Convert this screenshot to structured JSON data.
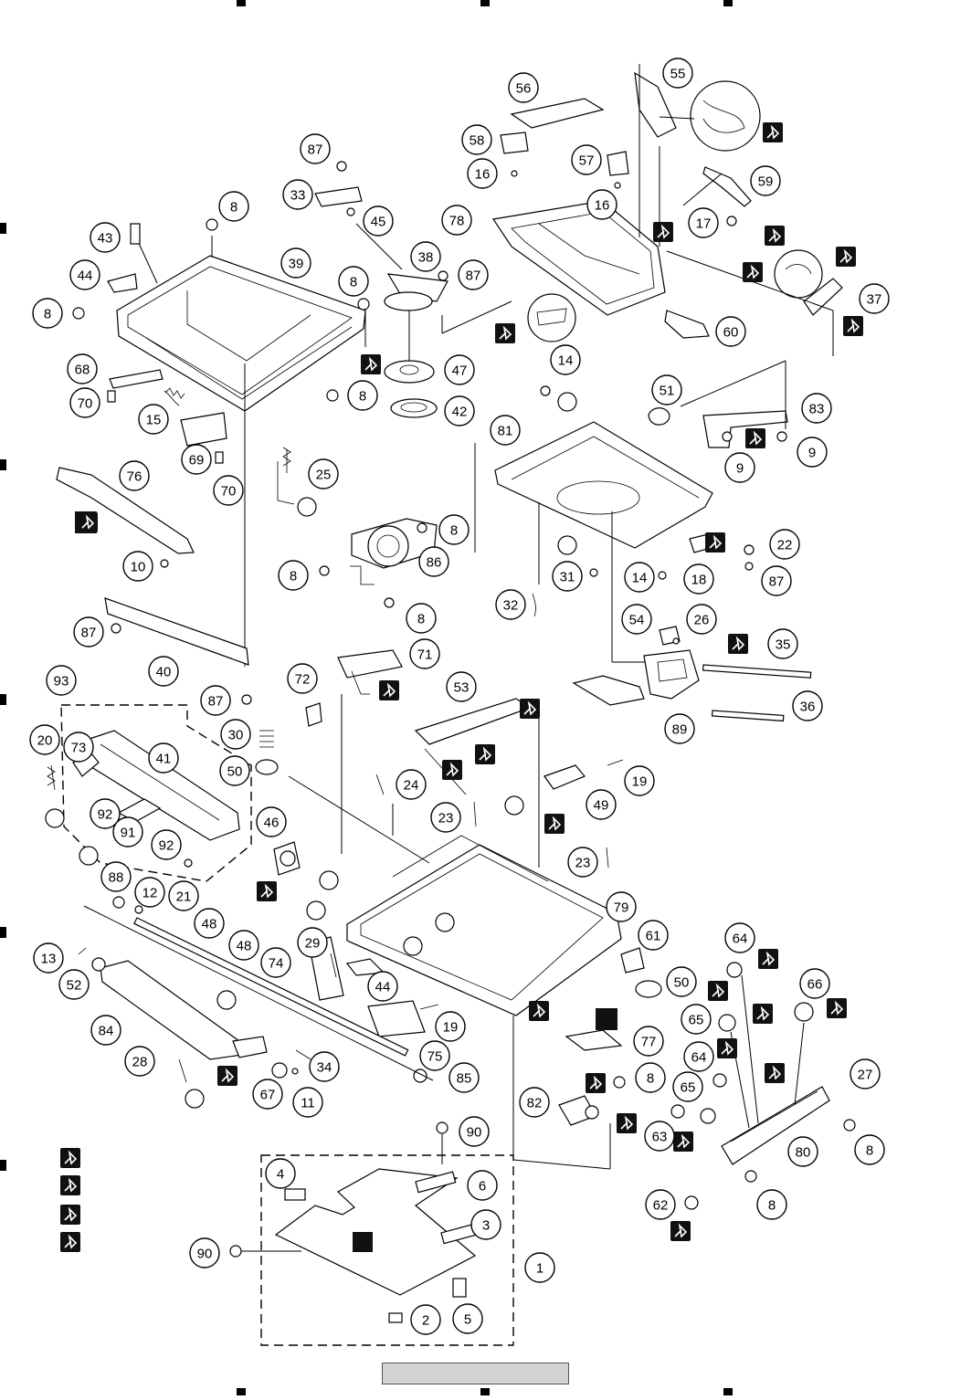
{
  "diagram": {
    "part_numbers": [
      "1",
      "2",
      "3",
      "4",
      "5",
      "6",
      "8",
      "9",
      "10",
      "11",
      "12",
      "13",
      "14",
      "15",
      "16",
      "17",
      "18",
      "19",
      "20",
      "21",
      "22",
      "23",
      "24",
      "25",
      "26",
      "27",
      "28",
      "29",
      "30",
      "31",
      "32",
      "33",
      "34",
      "35",
      "36",
      "37",
      "38",
      "39",
      "40",
      "41",
      "42",
      "43",
      "44",
      "45",
      "46",
      "47",
      "48",
      "49",
      "50",
      "51",
      "52",
      "53",
      "54",
      "55",
      "56",
      "57",
      "58",
      "59",
      "60",
      "61",
      "62",
      "63",
      "64",
      "65",
      "66",
      "67",
      "68",
      "69",
      "70",
      "71",
      "72",
      "73",
      "74",
      "75",
      "76",
      "77",
      "78",
      "79",
      "80",
      "81",
      "82",
      "83",
      "84",
      "85",
      "86",
      "87",
      "88",
      "89",
      "90",
      "91",
      "92",
      "93"
    ],
    "legend_icons": [
      "grease-icon",
      "grease-icon",
      "grease-icon",
      "grease-icon"
    ],
    "page_number": ""
  }
}
